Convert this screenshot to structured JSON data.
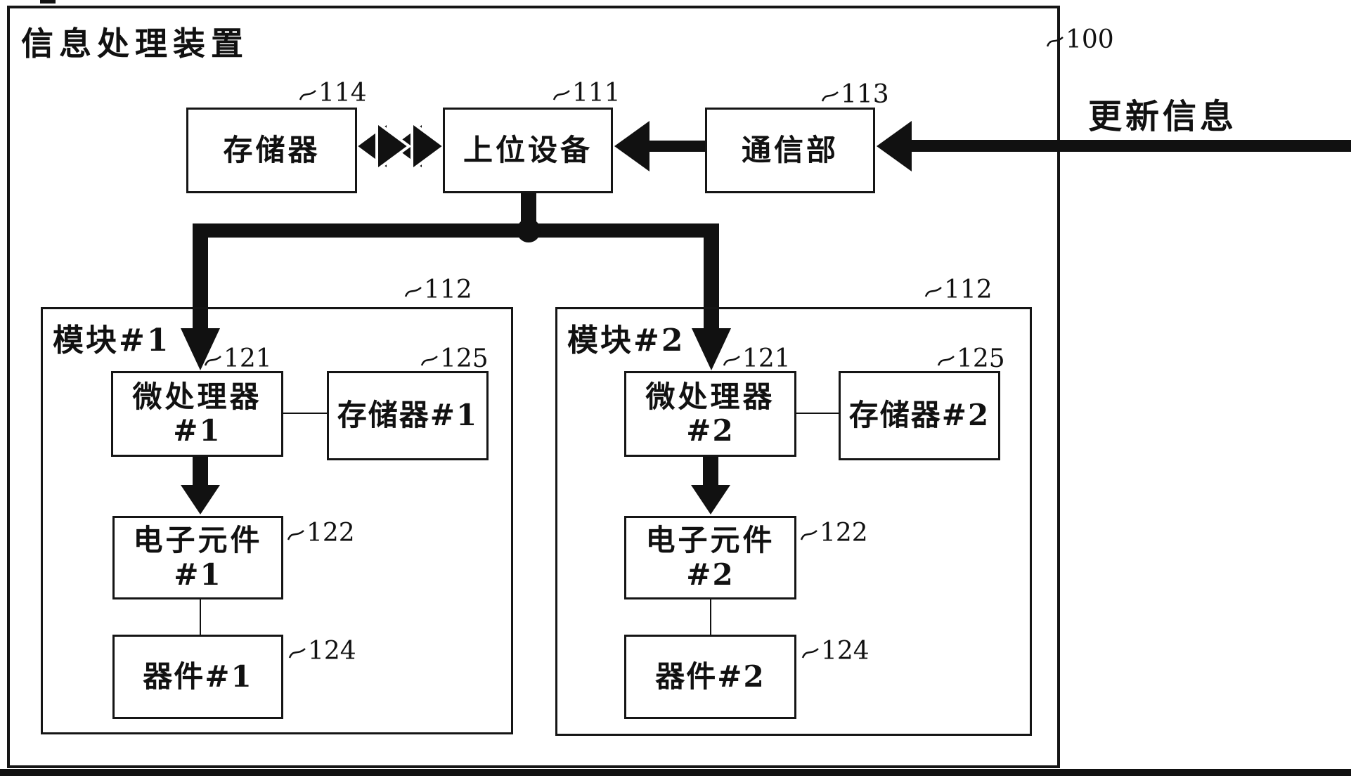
{
  "figure": {
    "title": "信息处理装置",
    "outer_ref": "100",
    "annotation_update_info": "更新信息",
    "top_boxes": {
      "memory": {
        "label": "存储器",
        "ref": "114"
      },
      "host": {
        "label": "上位设备",
        "ref": "111"
      },
      "comm": {
        "label": "通信部",
        "ref": "113"
      }
    },
    "modules": [
      {
        "label": "模块#1",
        "ref": "112",
        "microprocessor": {
          "line1": "微处理器",
          "line2": "#1",
          "ref": "121"
        },
        "memory": {
          "label": "存储器#1",
          "ref": "125"
        },
        "component": {
          "line1": "电子元件",
          "line2": "#1",
          "ref": "122"
        },
        "device": {
          "label": "器件#1",
          "ref": "124"
        }
      },
      {
        "label": "模块#2",
        "ref": "112",
        "microprocessor": {
          "line1": "微处理器",
          "line2": "#2",
          "ref": "121"
        },
        "memory": {
          "label": "存储器#2",
          "ref": "125"
        },
        "component": {
          "line1": "电子元件",
          "line2": "#2",
          "ref": "122"
        },
        "device": {
          "label": "器件#2",
          "ref": "124"
        }
      }
    ],
    "colors": {
      "ink": "#111111",
      "background": "#ffffff"
    }
  }
}
